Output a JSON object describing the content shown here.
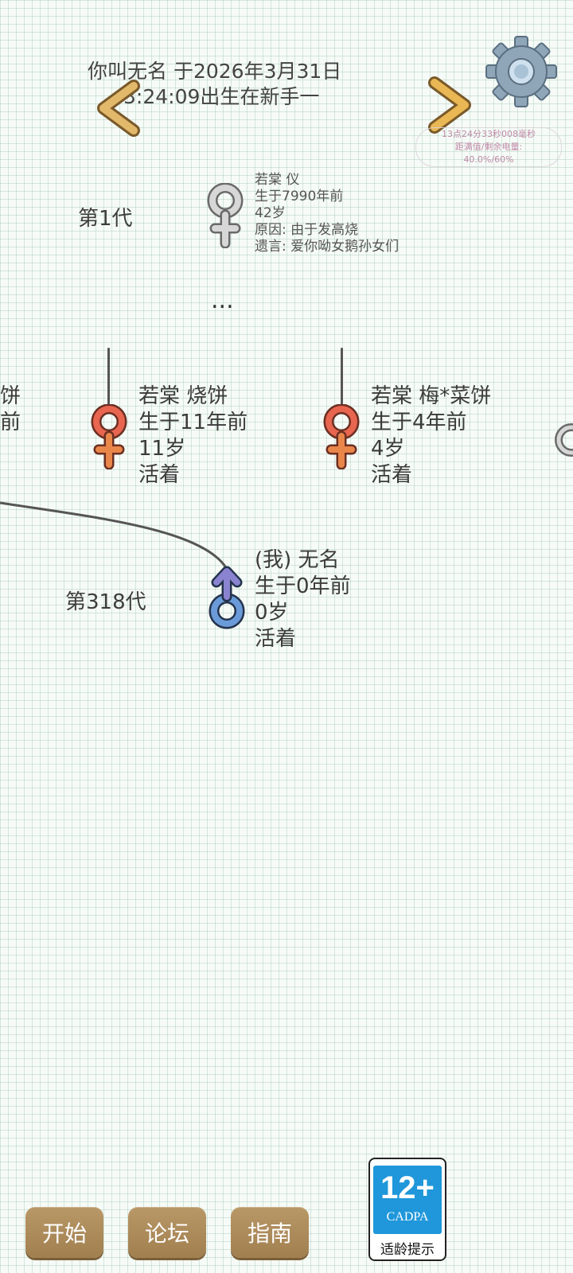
{
  "header": {
    "line1": "你叫无名 于2026年3月31日",
    "line2": "3:24:09出生在新手一"
  },
  "status": {
    "time": "13点24分33秒008毫秒",
    "label": "距满值/剩余电量:",
    "value": "40.0%/60%"
  },
  "generations": {
    "first": "第1代",
    "current": "第318代",
    "ellipsis": "..."
  },
  "ancestor": {
    "name": "若棠 仪",
    "born": "生于7990年前",
    "age": "42岁",
    "cause": "原因: 由于发高烧",
    "will": "遗言: 爱你呦女鹅孙女们"
  },
  "siblings": [
    {
      "name": "若棠 烧饼",
      "born": "生于11年前",
      "age": "11岁",
      "status": "活着"
    },
    {
      "name": "若棠 梅*菜饼",
      "born": "生于4年前",
      "age": "4岁",
      "status": "活着"
    }
  ],
  "offscreen_left": {
    "line1": "饼",
    "line2": "前"
  },
  "me": {
    "name": "(我) 无名",
    "born": "生于0年前",
    "age": "0岁",
    "status": "活着"
  },
  "buttons": {
    "start": "开始",
    "forum": "论坛",
    "guide": "指南"
  },
  "age_badge": {
    "age": "12+",
    "org": "CADPA",
    "label": "适龄提示"
  },
  "colors": {
    "button": "#a88757",
    "badge_blue": "#1f97da",
    "female_symbol": "#e8654f",
    "male_symbol": "#5f8fd6",
    "deceased_symbol": "#bdbdbd"
  },
  "icons": [
    "gear-icon",
    "chevron-left-icon",
    "chevron-right-icon",
    "female-symbol-icon",
    "male-symbol-icon"
  ]
}
